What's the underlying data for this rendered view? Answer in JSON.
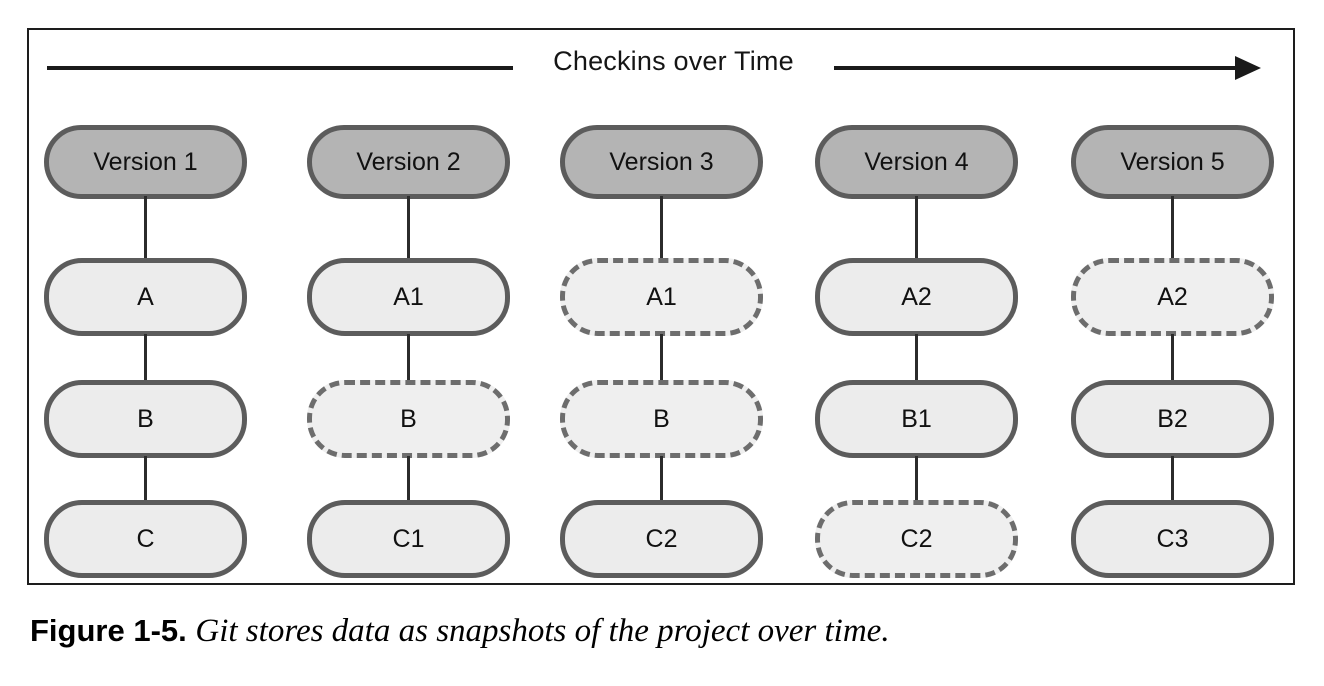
{
  "figure": {
    "timeline": {
      "label": "Checkins over Time",
      "arrow_direction": "right",
      "arrow_color": "#1a1a1a"
    },
    "colors": {
      "frame_border": "#1d1d1d",
      "header_fill": "#b4b4b4",
      "header_border": "#5c5c5c",
      "file_fill": "#ececec",
      "file_border": "#5c5c5c",
      "dashed_border": "#6d6d6d",
      "connector": "#2b2b2b"
    },
    "columns": [
      {
        "header": "Version 1",
        "nodes": [
          {
            "label": "A",
            "style": "solid"
          },
          {
            "label": "B",
            "style": "solid"
          },
          {
            "label": "C",
            "style": "solid"
          }
        ]
      },
      {
        "header": "Version 2",
        "nodes": [
          {
            "label": "A1",
            "style": "solid"
          },
          {
            "label": "B",
            "style": "dashed"
          },
          {
            "label": "C1",
            "style": "solid"
          }
        ]
      },
      {
        "header": "Version 3",
        "nodes": [
          {
            "label": "A1",
            "style": "dashed"
          },
          {
            "label": "B",
            "style": "dashed"
          },
          {
            "label": "C2",
            "style": "solid"
          }
        ]
      },
      {
        "header": "Version 4",
        "nodes": [
          {
            "label": "A2",
            "style": "solid"
          },
          {
            "label": "B1",
            "style": "solid"
          },
          {
            "label": "C2",
            "style": "dashed"
          }
        ]
      },
      {
        "header": "Version 5",
        "nodes": [
          {
            "label": "A2",
            "style": "dashed"
          },
          {
            "label": "B2",
            "style": "solid"
          },
          {
            "label": "C3",
            "style": "solid"
          }
        ]
      }
    ]
  },
  "caption": {
    "number": "Figure 1-5.",
    "text": "Git stores data as snapshots of the project over time."
  }
}
